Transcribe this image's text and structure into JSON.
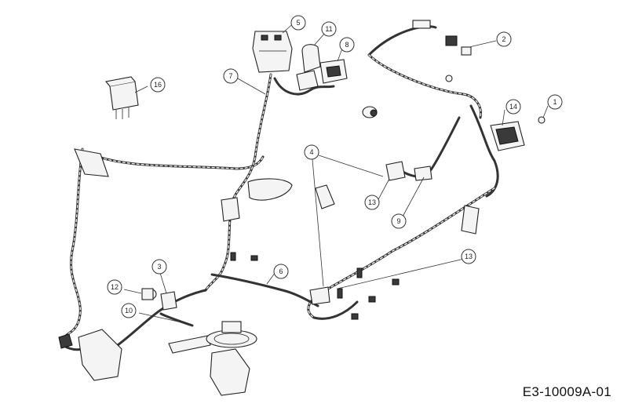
{
  "diagram": {
    "reference_code": "E3-10009A-01",
    "callouts": [
      {
        "id": "c1",
        "label": "1"
      },
      {
        "id": "c2",
        "label": "2"
      },
      {
        "id": "c3",
        "label": "3"
      },
      {
        "id": "c4",
        "label": "4"
      },
      {
        "id": "c5",
        "label": "5"
      },
      {
        "id": "c6",
        "label": "6"
      },
      {
        "id": "c7",
        "label": "7"
      },
      {
        "id": "c8",
        "label": "8"
      },
      {
        "id": "c9",
        "label": "9"
      },
      {
        "id": "c10",
        "label": "10"
      },
      {
        "id": "c11",
        "label": "11"
      },
      {
        "id": "c12",
        "label": "12"
      },
      {
        "id": "c13a",
        "label": "13"
      },
      {
        "id": "c13b",
        "label": "13"
      },
      {
        "id": "c14",
        "label": "14"
      },
      {
        "id": "c16",
        "label": "16"
      }
    ]
  }
}
